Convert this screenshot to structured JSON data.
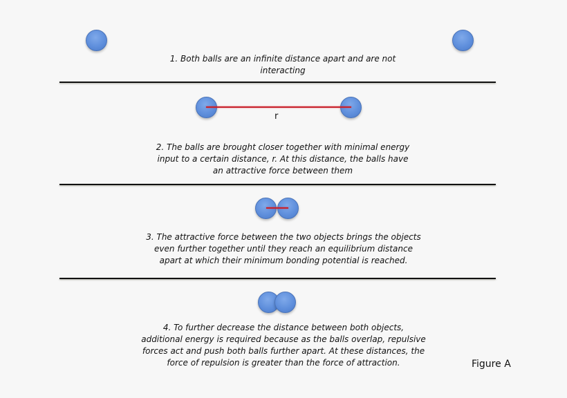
{
  "figure": {
    "label": "Figure A",
    "colors": {
      "ball": "#5f8fdc",
      "bond": "#c8202a",
      "divider": "#111111",
      "background": "#f7f7f7"
    },
    "stages": [
      {
        "caption": "1. Both balls are an infinite distance apart and are not\ninteracting"
      },
      {
        "distance_label": "r",
        "caption": "2. The balls are brought closer together with minimal energy\ninput to a certain distance, r.  At this distance, the balls have\nan attractive force between them"
      },
      {
        "caption": "3. The attractive force between the two objects brings the objects\neven further together until they reach an equilibrium distance\napart at which their minimum bonding potential is reached."
      },
      {
        "caption": "4.  To further decrease the distance between both objects,\nadditional energy is required because as the balls overlap, repulsive\nforces act and push both balls further apart.  At these distances, the\nforce of repulsion is greater than the force of attraction."
      }
    ]
  }
}
